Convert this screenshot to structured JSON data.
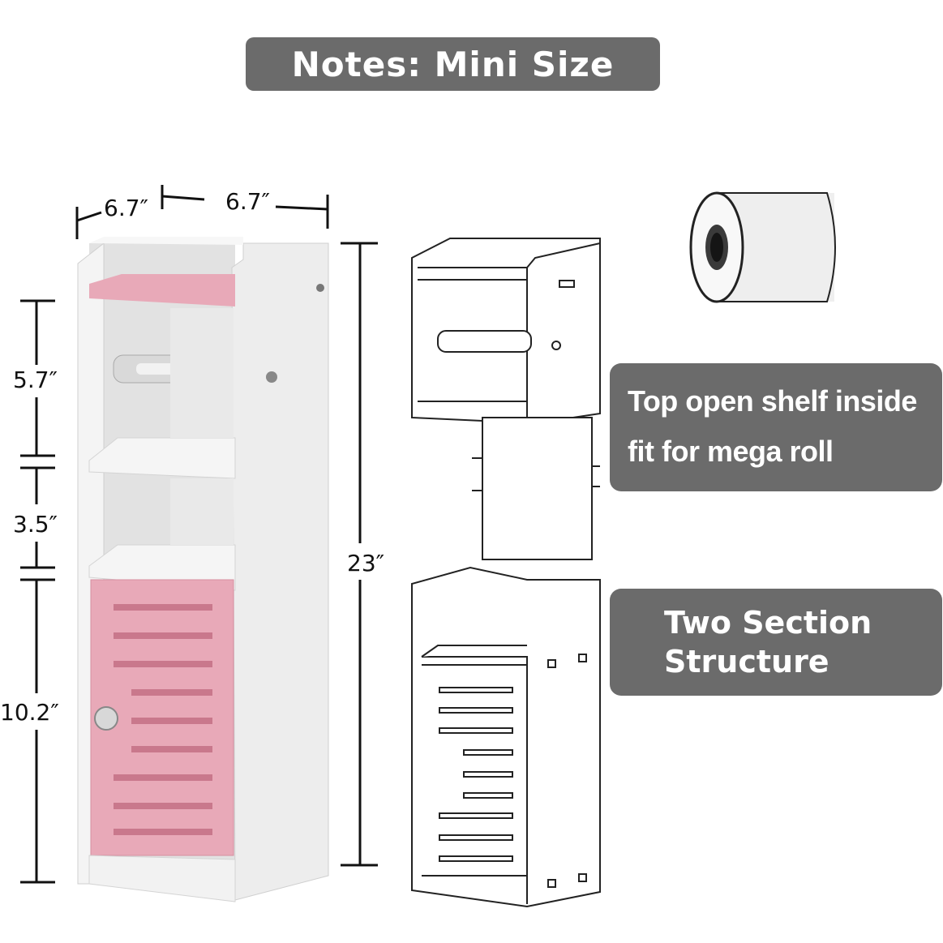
{
  "title": "Notes: Mini Size",
  "dimensions": {
    "depth": "6.7″",
    "width": "6.7″",
    "height_total": "23″",
    "section_top": "5.7″",
    "section_middle": "3.5″",
    "section_bottom": "10.2″"
  },
  "notes": [
    {
      "line1": "Top open shelf inside",
      "line2": "fit for mega roll"
    },
    {
      "line1": "Two Section",
      "line2": "Structure"
    }
  ],
  "colors": {
    "banner": "#6b6b6b",
    "cabinet_white": "#ececec",
    "accent_pink": "#e8a9b8"
  }
}
